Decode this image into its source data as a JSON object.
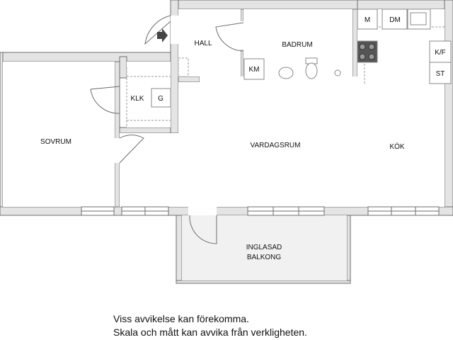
{
  "rooms": {
    "hall": "HALL",
    "badrum": "BADRUM",
    "klk": "KLK",
    "sovrum": "SOVRUM",
    "vardagsrum": "VARDAGSRUM",
    "kok": "KÖK",
    "balkong_line1": "INGLASAD",
    "balkong_line2": "BALKONG"
  },
  "fixtures": {
    "km": "KM",
    "g": "G",
    "m": "M",
    "dm": "DM",
    "kf": "K/F",
    "st": "ST"
  },
  "disclaimer": {
    "line1": "Viss avvikelse kan förekomma.",
    "line2": "Skala och mått kan avvika från verkligheten."
  },
  "colors": {
    "wall_fill": "#e4e4e4",
    "wall_stroke": "#6e6e6e",
    "floor": "#ffffff",
    "fixture_stroke": "#888888",
    "stove": "#555555"
  }
}
